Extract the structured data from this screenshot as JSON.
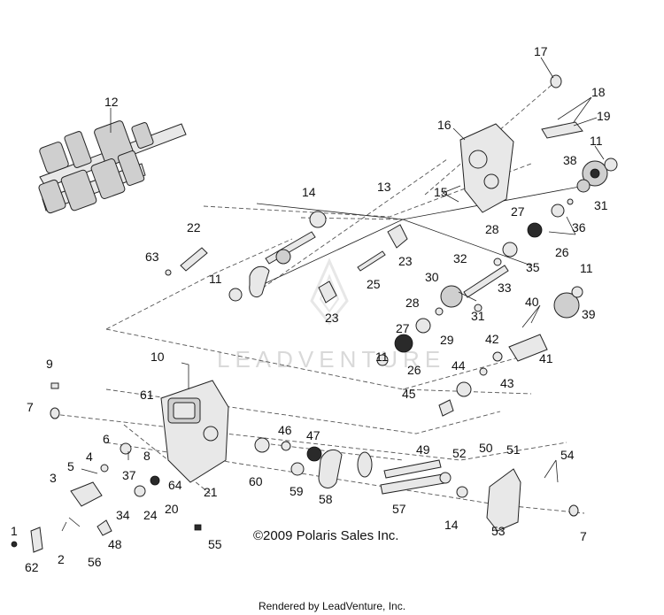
{
  "watermark": "LEADVENTURE",
  "copyright": "©2009 Polaris Sales Inc.",
  "footer": "Rendered by LeadVenture, Inc.",
  "callouts": [
    {
      "id": "c1",
      "text": "1"
    },
    {
      "id": "c2",
      "text": "2"
    },
    {
      "id": "c3",
      "text": "3"
    },
    {
      "id": "c4",
      "text": "4"
    },
    {
      "id": "c5",
      "text": "5"
    },
    {
      "id": "c6",
      "text": "6"
    },
    {
      "id": "c7a",
      "text": "7"
    },
    {
      "id": "c7b",
      "text": "7"
    },
    {
      "id": "c8",
      "text": "8"
    },
    {
      "id": "c9",
      "text": "9"
    },
    {
      "id": "c10",
      "text": "10"
    },
    {
      "id": "c11a",
      "text": "11"
    },
    {
      "id": "c11b",
      "text": "11"
    },
    {
      "id": "c11c",
      "text": "11"
    },
    {
      "id": "c11d",
      "text": "11"
    },
    {
      "id": "c12",
      "text": "12"
    },
    {
      "id": "c13",
      "text": "13"
    },
    {
      "id": "c14a",
      "text": "14"
    },
    {
      "id": "c14b",
      "text": "14"
    },
    {
      "id": "c15",
      "text": "15"
    },
    {
      "id": "c16",
      "text": "16"
    },
    {
      "id": "c17",
      "text": "17"
    },
    {
      "id": "c18",
      "text": "18"
    },
    {
      "id": "c19",
      "text": "19"
    },
    {
      "id": "c20",
      "text": "20"
    },
    {
      "id": "c21",
      "text": "21"
    },
    {
      "id": "c22",
      "text": "22"
    },
    {
      "id": "c23a",
      "text": "23"
    },
    {
      "id": "c23b",
      "text": "23"
    },
    {
      "id": "c24",
      "text": "24"
    },
    {
      "id": "c25",
      "text": "25"
    },
    {
      "id": "c26a",
      "text": "26"
    },
    {
      "id": "c26b",
      "text": "26"
    },
    {
      "id": "c27a",
      "text": "27"
    },
    {
      "id": "c27b",
      "text": "27"
    },
    {
      "id": "c28a",
      "text": "28"
    },
    {
      "id": "c28b",
      "text": "28"
    },
    {
      "id": "c29",
      "text": "29"
    },
    {
      "id": "c30",
      "text": "30"
    },
    {
      "id": "c31a",
      "text": "31"
    },
    {
      "id": "c31b",
      "text": "31"
    },
    {
      "id": "c32",
      "text": "32"
    },
    {
      "id": "c33",
      "text": "33"
    },
    {
      "id": "c34",
      "text": "34"
    },
    {
      "id": "c35",
      "text": "35"
    },
    {
      "id": "c36",
      "text": "36"
    },
    {
      "id": "c37",
      "text": "37"
    },
    {
      "id": "c38",
      "text": "38"
    },
    {
      "id": "c39",
      "text": "39"
    },
    {
      "id": "c40",
      "text": "40"
    },
    {
      "id": "c41",
      "text": "41"
    },
    {
      "id": "c42",
      "text": "42"
    },
    {
      "id": "c43",
      "text": "43"
    },
    {
      "id": "c44",
      "text": "44"
    },
    {
      "id": "c45",
      "text": "45"
    },
    {
      "id": "c46",
      "text": "46"
    },
    {
      "id": "c47",
      "text": "47"
    },
    {
      "id": "c48",
      "text": "48"
    },
    {
      "id": "c49",
      "text": "49"
    },
    {
      "id": "c50",
      "text": "50"
    },
    {
      "id": "c51",
      "text": "51"
    },
    {
      "id": "c52",
      "text": "52"
    },
    {
      "id": "c53",
      "text": "53"
    },
    {
      "id": "c54",
      "text": "54"
    },
    {
      "id": "c55",
      "text": "55"
    },
    {
      "id": "c56",
      "text": "56"
    },
    {
      "id": "c57",
      "text": "57"
    },
    {
      "id": "c58",
      "text": "58"
    },
    {
      "id": "c59",
      "text": "59"
    },
    {
      "id": "c60",
      "text": "60"
    },
    {
      "id": "c61",
      "text": "61"
    },
    {
      "id": "c62",
      "text": "62"
    },
    {
      "id": "c63",
      "text": "63"
    },
    {
      "id": "c64",
      "text": "64"
    }
  ]
}
